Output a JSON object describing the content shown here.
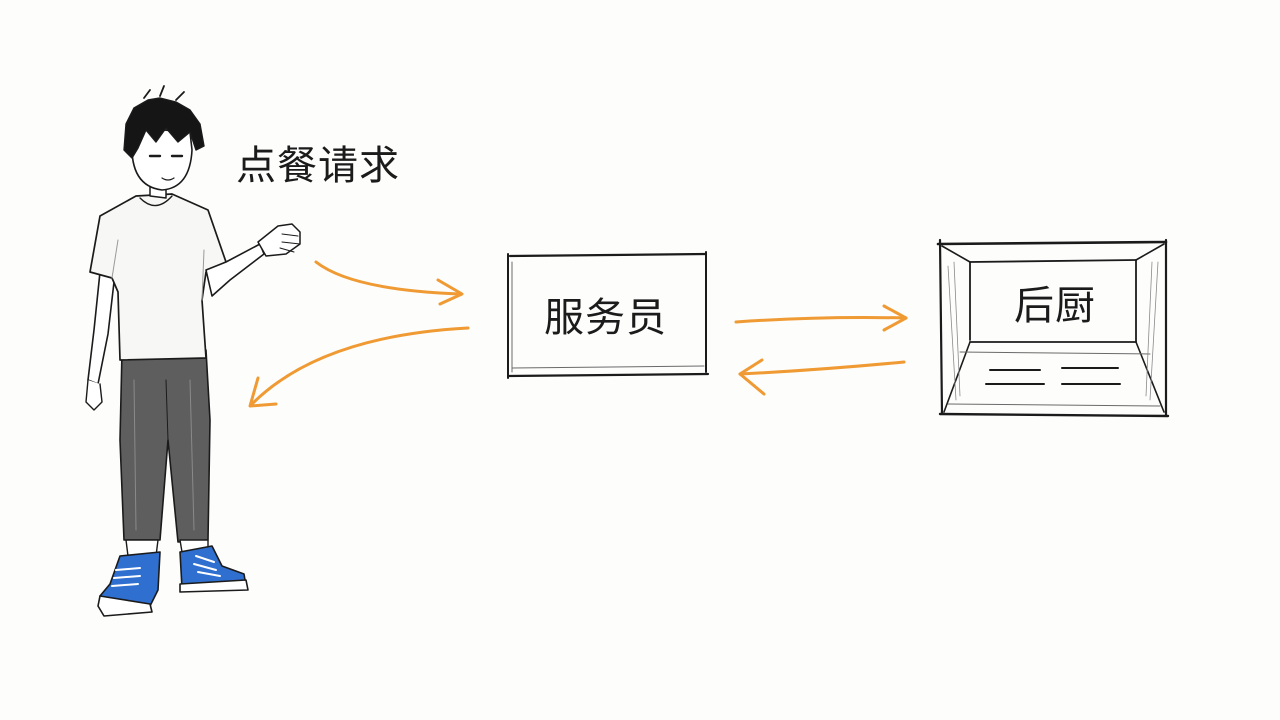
{
  "diagram": {
    "customer": {
      "request_label": "点餐请求",
      "shirt_color": "#f7f7f5",
      "pants_color": "#5e5e5e",
      "shoe_color": "#2f6fd0"
    },
    "waiter": {
      "label": "服务员"
    },
    "kitchen": {
      "label": "后厨"
    },
    "arrows": [
      {
        "from": "customer",
        "to": "waiter",
        "meaning": "request"
      },
      {
        "from": "waiter",
        "to": "customer",
        "meaning": "response"
      },
      {
        "from": "waiter",
        "to": "kitchen",
        "meaning": "request"
      },
      {
        "from": "kitchen",
        "to": "waiter",
        "meaning": "response"
      }
    ],
    "colors": {
      "arrow": "#ef9a33",
      "ink": "#1b1b1b"
    }
  }
}
